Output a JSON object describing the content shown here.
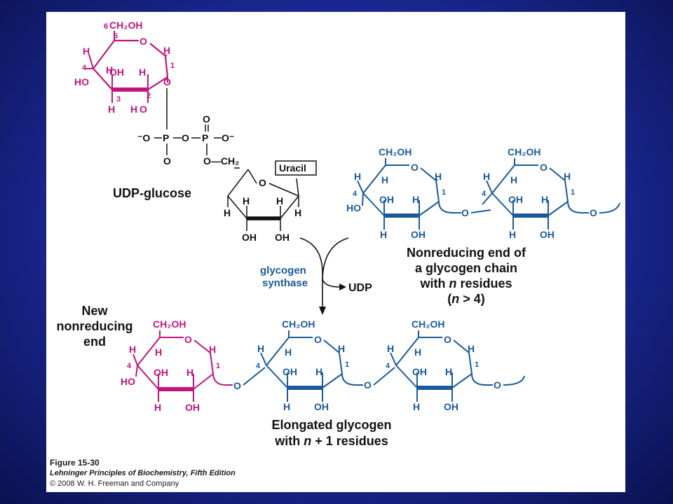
{
  "colors": {
    "magenta": "#c0147e",
    "blue": "#1a5a9a",
    "black": "#111111",
    "panel": "#ffffff",
    "frame": "#1c2a9a"
  },
  "ring": {
    "ch2oh": "CH₂OH",
    "ring_o": "O",
    "h": "H",
    "oh": "OH",
    "ho": "HO",
    "n1": "1",
    "n2": "2",
    "n3": "3",
    "n4": "4",
    "n5": "5",
    "n6": "6"
  },
  "udp": {
    "minus_o": "⁻O",
    "p": "P",
    "o": "O",
    "o_minus": "O⁻",
    "o_ch2": "O—CH₂",
    "uracil": "Uracil"
  },
  "labels": {
    "udp_glucose": "UDP-glucose",
    "glycogen": "glycogen",
    "synthase": "synthase",
    "udp": "UDP",
    "nonreducing_1": "Nonreducing end of",
    "nonreducing_2": "a glycogen chain",
    "nonreducing_3_pre": "with ",
    "nonreducing_3_n": "n",
    "nonreducing_3_post": " residues",
    "nonreducing_4_pre": "(",
    "nonreducing_4_n": "n",
    "nonreducing_4_post": " > 4)",
    "new_1": "New",
    "new_2": "nonreducing",
    "new_3": "end",
    "elong_1": "Elongated  glycogen",
    "elong_2_pre": "with ",
    "elong_2_n": "n",
    "elong_2_post": " + 1 residues"
  },
  "caption": {
    "figure": "Figure 15-30",
    "book": "Lehninger Principles of Biochemistry, Fifth Edition",
    "copyright": "© 2008 W. H. Freeman and Company"
  }
}
